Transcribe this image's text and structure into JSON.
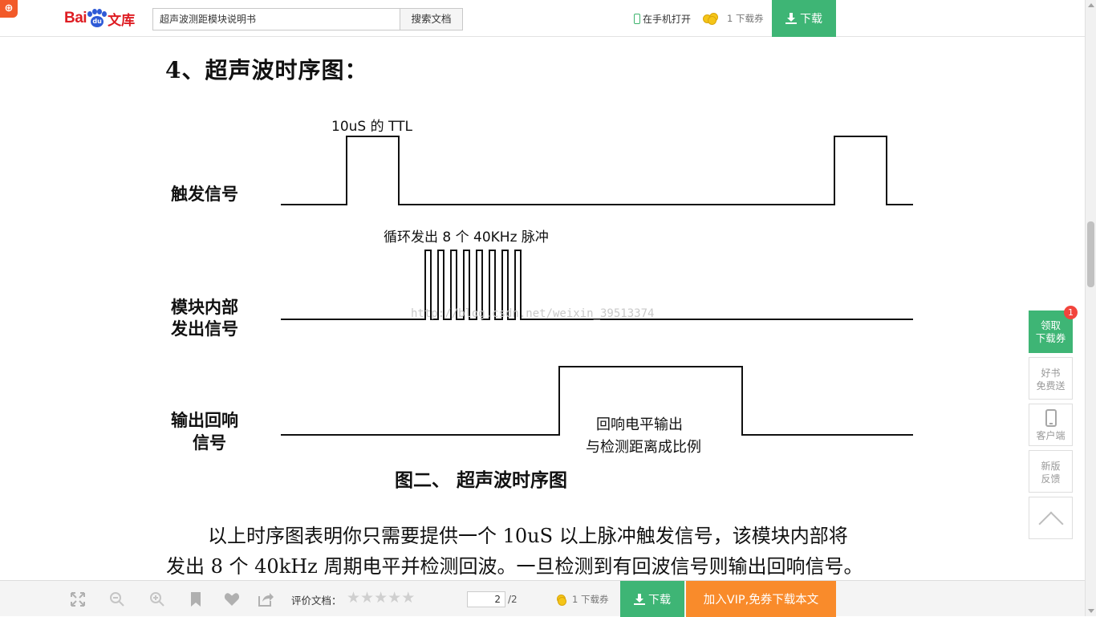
{
  "header": {
    "logo_bai": "Bai",
    "logo_du": "du",
    "logo_wenku": "文库",
    "search_value": "超声波测距模块说明书",
    "search_button": "搜索文档",
    "mobile_open": "在手机打开",
    "coupon_count": "1",
    "coupon_label": "下载券",
    "download": "下载"
  },
  "document": {
    "section_heading": "4、超声波时序图：",
    "figure": {
      "ttl_label": "10uS 的 TTL",
      "trigger_label": "触发信号",
      "pulse_label": "循环发出 8 个 40KHz 脉冲",
      "internal_label_1": "模块内部",
      "internal_label_2": "发出信号",
      "echo_label_1": "输出回响",
      "echo_label_2": "信号",
      "echo_note_1": "回响电平输出",
      "echo_note_2": "与检测距离成比例",
      "watermark": "http://blog.csdn.net/weixin_39513374"
    },
    "figure_caption": "图二、 超声波时序图",
    "paragraph_line_1": "以上时序图表明你只需要提供一个 10uS 以上脉冲触发信号，该模块内部将",
    "paragraph_line_2": "发出 8 个 40kHz 周期电平并检测回波。一旦检测到有回波信号则输出回响信号。"
  },
  "sidebar": {
    "coupon_badge": "1",
    "claim_1": "领取",
    "claim_2": "下载券",
    "book_1": "好书",
    "book_2": "免费送",
    "client": "客户端",
    "feedback_1": "新版",
    "feedback_2": "反馈"
  },
  "footer": {
    "rating_label": "评价文档：",
    "current_page": "2",
    "total_pages": "/2",
    "coupon_count": "1",
    "coupon_label": "下载券",
    "download": "下载",
    "vip": "加入VIP,免券下载本文"
  },
  "colors": {
    "green": "#3eb575",
    "orange": "#f98b2b",
    "brand_red": "#de1d23",
    "brand_blue": "#2e5ad6"
  },
  "icons": [
    "fullscreen-icon",
    "zoom-out-icon",
    "zoom-in-icon",
    "bookmark-icon",
    "heart-icon",
    "share-icon",
    "star-icon",
    "phone-icon",
    "scroll-top-icon",
    "download-icon",
    "coin-icon"
  ]
}
